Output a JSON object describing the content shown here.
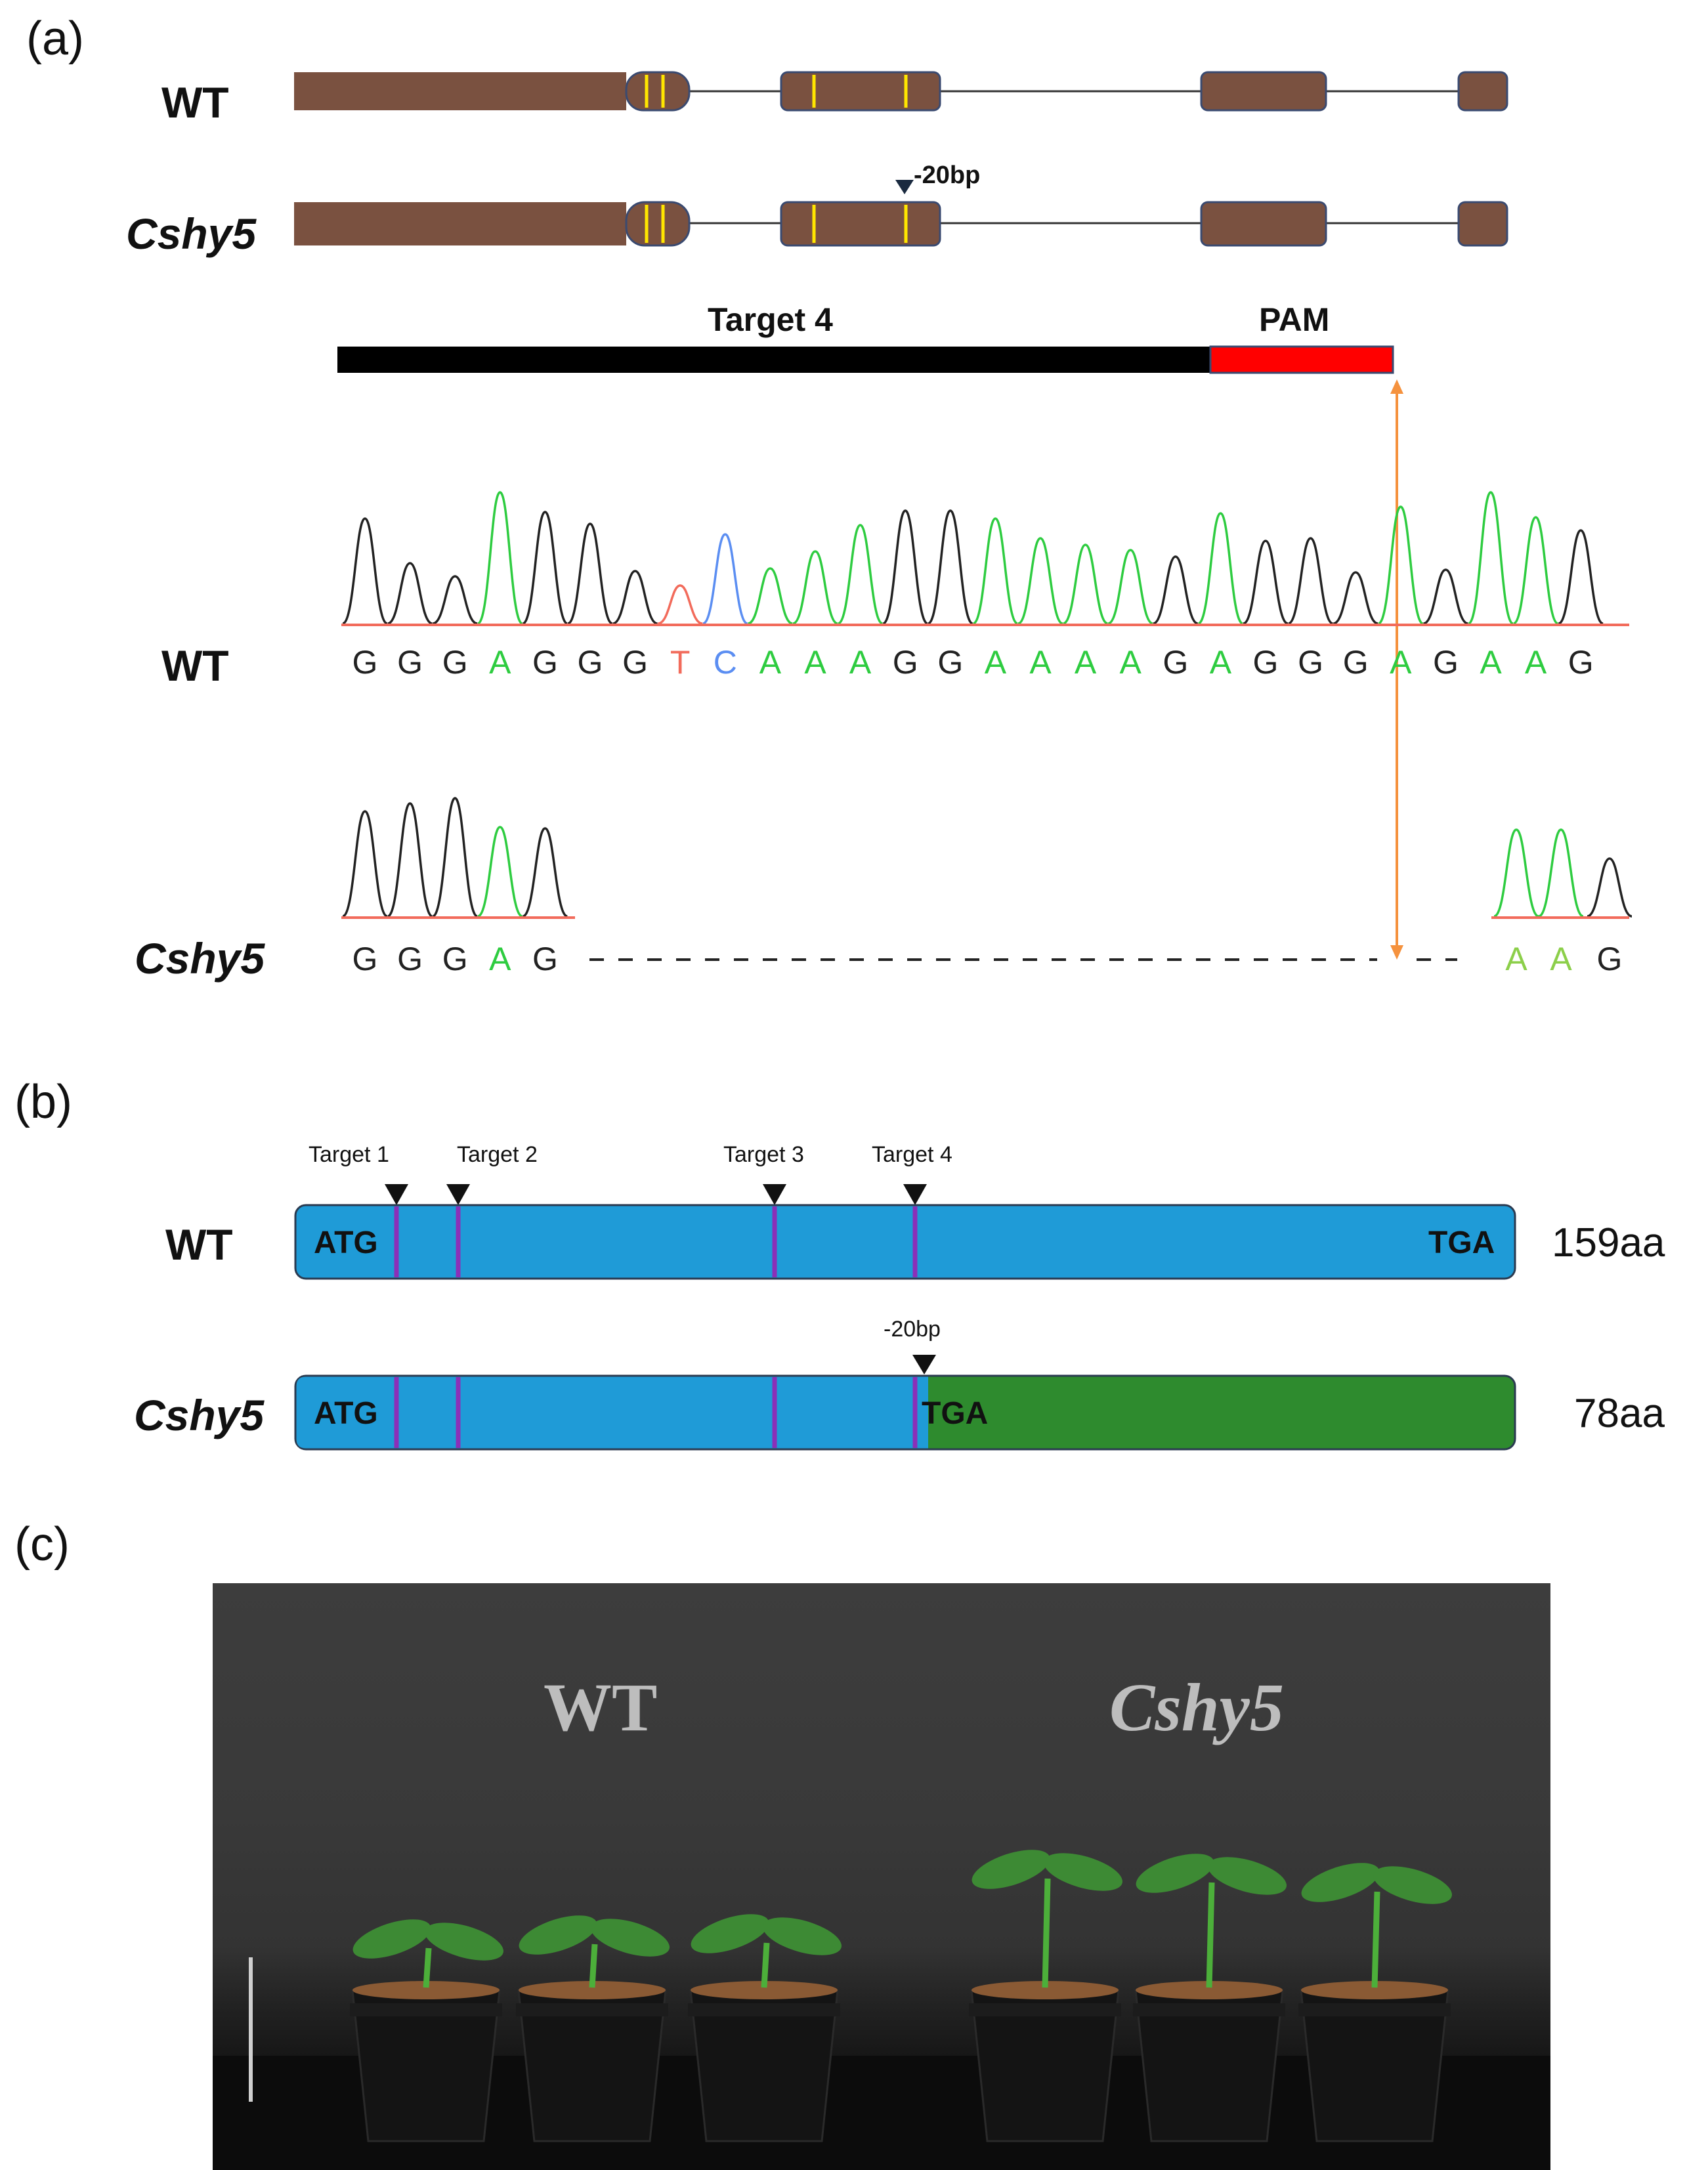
{
  "panel_a": {
    "label": "(a)",
    "gene_structure": {
      "wt_label": "WT",
      "mutant_label": "Cshy5",
      "deletion_label": "-20bp"
    },
    "target": {
      "target_label": "Target 4",
      "pam_label": "PAM"
    },
    "wt_sequence": {
      "label": "WT",
      "bases": [
        "G",
        "G",
        "G",
        "A",
        "G",
        "G",
        "G",
        "T",
        "C",
        "A",
        "A",
        "A",
        "G",
        "G",
        "A",
        "A",
        "A",
        "A",
        "G",
        "A",
        "G",
        "G",
        "G",
        "A",
        "G",
        "A",
        "A",
        "G"
      ]
    },
    "mutant_sequence": {
      "label": "Cshy5",
      "bases_left": [
        "G",
        "G",
        "G",
        "A",
        "G"
      ],
      "bases_right": [
        "A",
        "A",
        "G"
      ]
    }
  },
  "panel_b": {
    "label": "(b)",
    "targets": [
      "Target 1",
      "Target 2",
      "Target 3",
      "Target 4"
    ],
    "wt": {
      "label": "WT",
      "start": "ATG",
      "stop": "TGA",
      "length": "159aa"
    },
    "mutant": {
      "label": "Cshy5",
      "start": "ATG",
      "stop": "TGA",
      "length": "78aa",
      "deletion_label": "-20bp"
    }
  },
  "panel_c": {
    "label": "(c)",
    "wt_label": "WT",
    "mutant_label": "Cshy5"
  },
  "colors": {
    "exon": "#7a5140",
    "exon_border": "#3a4a70",
    "yellow_mark": "#ffe600",
    "target_bar": "#000000",
    "pam_bar": "#ff0000",
    "arrow": "#f5923e",
    "base_G": "#222222",
    "base_A": "#2ecc40",
    "base_T": "#f26b5b",
    "base_C": "#5b8ef2",
    "protein": "#1f9bd7",
    "protein_truncated": "#2e8b2e",
    "target_mark": "#8b2fb8"
  }
}
